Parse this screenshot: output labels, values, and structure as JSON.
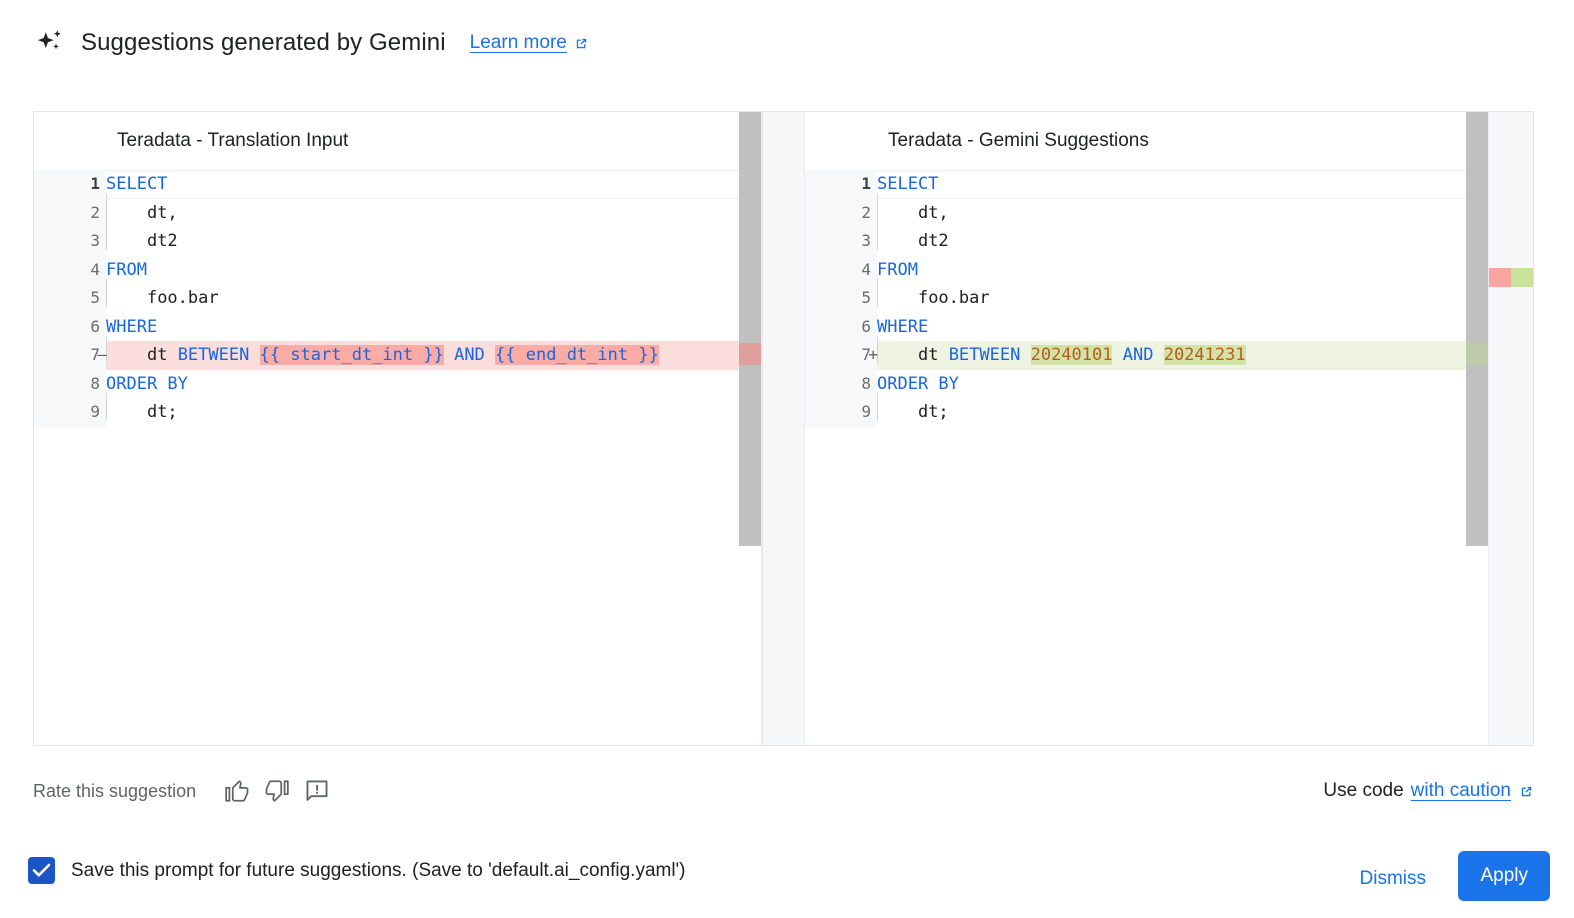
{
  "header": {
    "icon": "sparkle-icon",
    "title": "Suggestions generated by Gemini",
    "learn_more": "Learn more",
    "learn_more_icon": "external-link-icon"
  },
  "diff": {
    "left": {
      "title": "Teradata - Translation Input",
      "lines": [
        {
          "n": "1",
          "sign": "",
          "state": "normal"
        },
        {
          "n": "2",
          "sign": "",
          "state": "normal"
        },
        {
          "n": "3",
          "sign": "",
          "state": "normal"
        },
        {
          "n": "4",
          "sign": "",
          "state": "normal"
        },
        {
          "n": "5",
          "sign": "",
          "state": "normal"
        },
        {
          "n": "6",
          "sign": "",
          "state": "normal"
        },
        {
          "n": "7",
          "sign": "–",
          "state": "deleted"
        },
        {
          "n": "8",
          "sign": "",
          "state": "normal"
        },
        {
          "n": "9",
          "sign": "",
          "state": "normal"
        }
      ],
      "code": [
        "SELECT",
        "    dt,",
        "    dt2",
        "FROM",
        "    foo.bar",
        "WHERE",
        "    dt BETWEEN {{ start_dt_int }} AND {{ end_dt_int }}",
        "ORDER BY",
        "    dt;"
      ]
    },
    "right": {
      "title": "Teradata - Gemini Suggestions",
      "lines": [
        {
          "n": "1",
          "sign": "",
          "state": "normal"
        },
        {
          "n": "2",
          "sign": "",
          "state": "normal"
        },
        {
          "n": "3",
          "sign": "",
          "state": "normal"
        },
        {
          "n": "4",
          "sign": "",
          "state": "normal"
        },
        {
          "n": "5",
          "sign": "",
          "state": "normal"
        },
        {
          "n": "6",
          "sign": "",
          "state": "normal"
        },
        {
          "n": "7",
          "sign": "+",
          "state": "added"
        },
        {
          "n": "8",
          "sign": "",
          "state": "normal"
        },
        {
          "n": "9",
          "sign": "",
          "state": "normal"
        }
      ],
      "code": [
        "SELECT",
        "    dt,",
        "    dt2",
        "FROM",
        "    foo.bar",
        "WHERE",
        "    dt BETWEEN 20240101 AND 20241231",
        "ORDER BY",
        "    dt;"
      ]
    },
    "tokens": {
      "select": "SELECT",
      "from": "FROM",
      "where": "WHERE",
      "order_by": "ORDER BY",
      "between": "BETWEEN",
      "and": "AND",
      "col_dt": "dt,",
      "col_dt2": "dt2",
      "table": "foo.bar",
      "dt": "dt",
      "dt_semi": "dt;",
      "start_param": "{{ start_dt_int }}",
      "end_param": "{{ end_dt_int }}",
      "start_value": "20240101",
      "end_value": "20241231"
    }
  },
  "rate": {
    "label": "Rate this suggestion",
    "thumbs_up": "thumb-up-icon",
    "thumbs_down": "thumb-down-icon",
    "report": "report-icon",
    "use_code": "Use code",
    "caution_link": "with caution",
    "caution_icon": "external-link-icon"
  },
  "bottom": {
    "checkbox_checked": true,
    "checkbox_label": "Save this prompt for future suggestions. (Save to 'default.ai_config.yaml')",
    "dismiss": "Dismiss",
    "apply": "Apply"
  },
  "colors": {
    "link": "#1a73e8",
    "primary_button": "#1a73e8",
    "checkbox": "#1a56c4",
    "keyword": "#1a66e0",
    "number": "#b85c1a",
    "delete_line": "#fbdddb",
    "delete_word": "#fbaba5",
    "add_line": "#eef3e2",
    "add_word": "#d3e3a8"
  }
}
